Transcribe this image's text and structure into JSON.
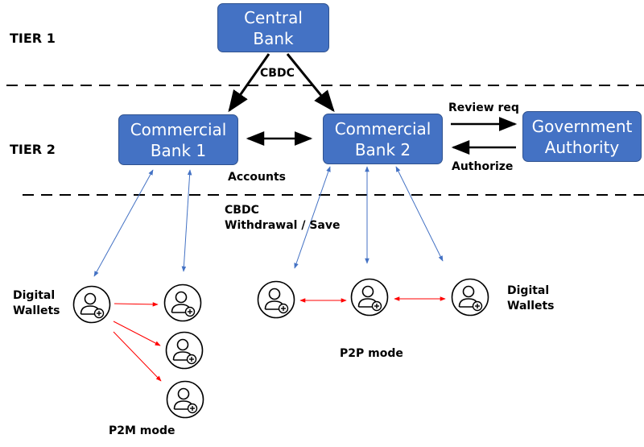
{
  "tiers": {
    "tier1": "TIER 1",
    "tier2": "TIER 2"
  },
  "nodes": {
    "central_bank": [
      "Central",
      "Bank"
    ],
    "commercial_bank_1": [
      "Commercial",
      "Bank 1"
    ],
    "commercial_bank_2": [
      "Commercial",
      "Bank 2"
    ],
    "government_authority": [
      "Government",
      "Authority"
    ]
  },
  "labels": {
    "cbdc": "CBDC",
    "review_req": "Review req",
    "authorize": "Authorize",
    "accounts": "Accounts",
    "cbdc_withdrawal": [
      "CBDC",
      "Withdrawal / Save"
    ],
    "digital_wallets_left": [
      "Digital",
      "Wallets"
    ],
    "digital_wallets_right": [
      "Digital",
      "Wallets"
    ],
    "p2p_mode": "P2P mode",
    "p2m_mode": "P2M mode"
  },
  "colors": {
    "node_fill": "#4472c4",
    "node_border": "#2f528f",
    "link_blue": "#4472c4",
    "link_red": "#ff0000",
    "link_black": "#000000"
  },
  "icons": {
    "wallet_user": "user-add-icon"
  }
}
